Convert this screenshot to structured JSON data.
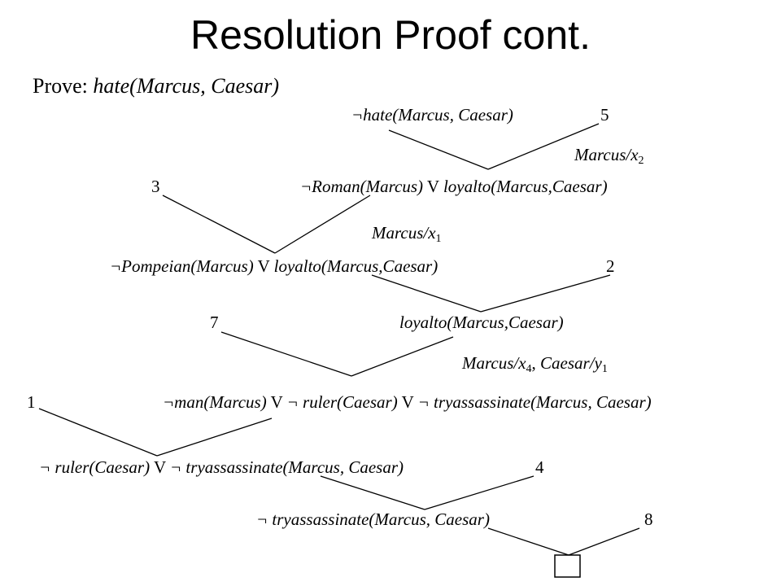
{
  "slide": {
    "title": "Resolution Proof cont.",
    "prove_prefix": "Prove: ",
    "prove_goal": "hate(Marcus, Caesar)"
  },
  "tree": {
    "n1": {
      "clause": "¬hate(Marcus, Caesar)",
      "number": "5"
    },
    "s1": {
      "text": "Marcus/x",
      "sub": "2"
    },
    "n2": {
      "number": "3",
      "clause_a": "¬Roman(Marcus)",
      "op": "V",
      "clause_b": "loyalto(Marcus,Caesar)"
    },
    "s2": {
      "text": "Marcus/x",
      "sub": "1"
    },
    "n3": {
      "clause_a": "¬Pompeian(Marcus)",
      "op": "V",
      "clause_b": "loyalto(Marcus,Caesar)",
      "number": "2"
    },
    "n4": {
      "number": "7",
      "clause": "loyalto(Marcus,Caesar)"
    },
    "s3": {
      "a": "Marcus/x",
      "a_sub": "4",
      "sep": ", ",
      "b": "Caesar/y",
      "b_sub": "1"
    },
    "n5": {
      "number": "1",
      "clause_a": "¬man(Marcus)",
      "op1": "V",
      "clause_b": "¬ ruler(Caesar)",
      "op2": "V",
      "clause_c": "¬ tryassassinate(Marcus, Caesar)"
    },
    "n6": {
      "clause_a": "¬ ruler(Caesar)",
      "op": "V",
      "clause_b": "¬ tryassassinate(Marcus, Caesar)",
      "number": "4"
    },
    "n7": {
      "clause": "¬ tryassassinate(Marcus, Caesar)",
      "number": "8"
    },
    "empty_clause": "□"
  }
}
